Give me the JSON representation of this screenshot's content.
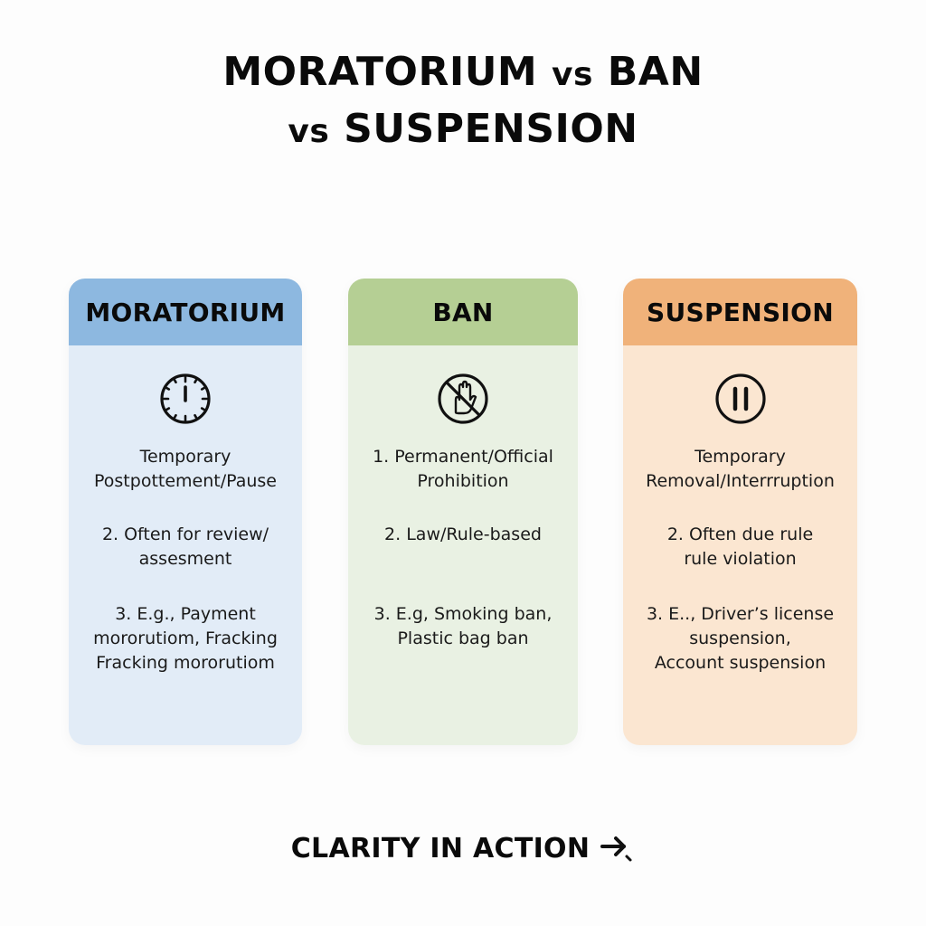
{
  "title": {
    "line1_part1": "MORATORIUM",
    "line1_vs": "vs",
    "line1_part2": "BAN",
    "line2_vs": "vs",
    "line2_part": "SUSPENSION"
  },
  "cards": [
    {
      "header": "MORATORIUM",
      "icon": "clock-icon",
      "header_color": "#8db8e0",
      "body_color": "#e2ecf7",
      "items": [
        "Temporary\nPostpottement/Pause",
        "2. Often for review/\nassesment",
        "3. E.g., Payment\nmororutiom, Fracking\nFracking mororutiom"
      ]
    },
    {
      "header": "BAN",
      "icon": "no-hand-prohibited-icon",
      "header_color": "#b5cf94",
      "body_color": "#e9f1e3",
      "items": [
        "1. Permanent/Official\nProhibition",
        "2. Law/Rule-based",
        "3. E.g, Smoking ban,\nPlastic bag ban"
      ]
    },
    {
      "header": "SUSPENSION",
      "icon": "pause-icon",
      "header_color": "#f0b27a",
      "body_color": "#fbe6d1",
      "items": [
        "Temporary\nRemoval/Interrruption",
        "2. Often due rule\nrule violation",
        "3. E.., Driver’s license\nsuspension,\nAccount suspension"
      ]
    }
  ],
  "footer": {
    "label": "CLARITY IN ACTION",
    "icon": "arrow-right-icon"
  }
}
